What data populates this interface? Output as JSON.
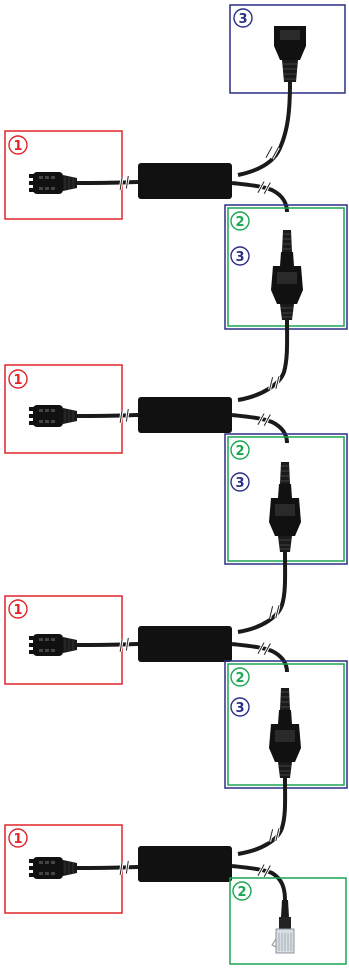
{
  "colors": {
    "port_1": "#e0262b",
    "port_2": "#1aa650",
    "port_3": "#2b2f86",
    "cable": "#1a1a1a"
  },
  "badges": {
    "port_1": "1",
    "port_2": "2",
    "port_3": "3"
  },
  "stages": [
    {
      "name": "stage-1",
      "downstream": [
        "2",
        "3"
      ]
    },
    {
      "name": "stage-2",
      "downstream": [
        "2",
        "3"
      ]
    },
    {
      "name": "stage-3",
      "downstream": [
        "2",
        "3"
      ]
    },
    {
      "name": "stage-4",
      "downstream": [
        "2"
      ]
    }
  ],
  "icons": {
    "power-connector": "power-connector-icon",
    "splitter": "splitter-box-icon",
    "female-jack": "female-jack-icon",
    "male-plug": "male-plug-icon",
    "rj45-plug": "rj45-plug-icon",
    "cable-break": "cable-break-icon"
  }
}
